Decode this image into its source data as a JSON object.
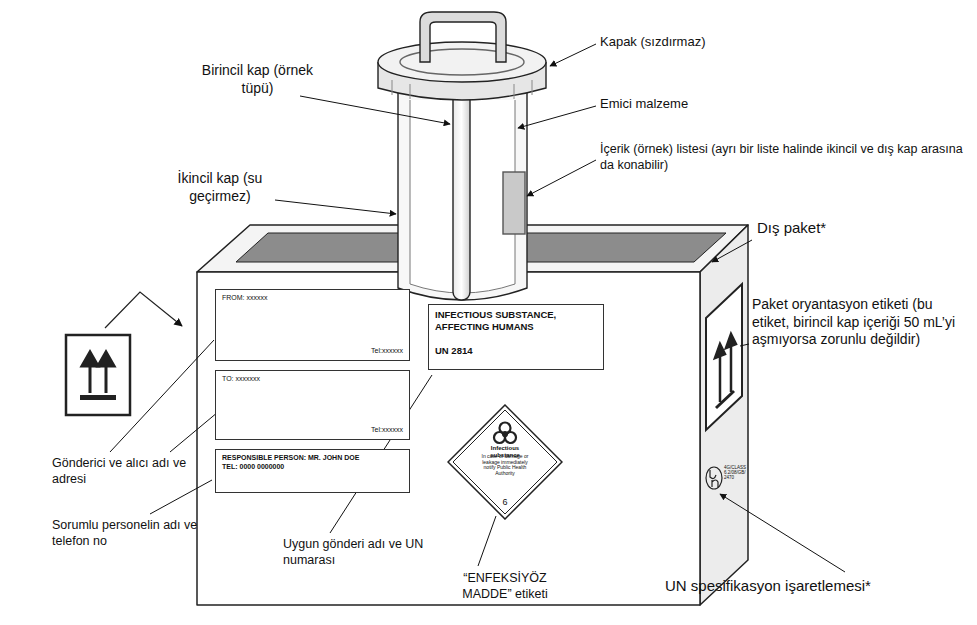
{
  "diagram": {
    "nodes": [
      {
        "text": [
          "FROM: xxxxxx",
          "Tel:xxxxxx"
        ]
      },
      {
        "text": [
          "TO: xxxxxxx",
          "Tel:xxxxxx"
        ]
      },
      {
        "text": [
          "RESPONSIBLE PERSON: MR. JOHN DOE",
          "TEL: 0000 0000000"
        ]
      },
      {
        "text": [
          "INFECTIOUS SUBSTANCE, AFFECTING HUMANS",
          "UN 2814"
        ]
      },
      {
        "text": [
          "Infectious substance",
          "In case of damage or leakage immediately notify Public Health Authority",
          "6"
        ]
      }
    ],
    "labels": [
      "Kapak (sızdırmaz)",
      "Birincil kap (örnek tüpü)",
      "Emici malzeme",
      "İçerik (örnek) listesi (ayrı bir liste halinde ikincil ve dış kap arasına da konabilir)",
      "İkincil kap (su geçirmez)",
      "Dış paket*",
      "Paket oryantasyon etiketi (bu etiket, birincil kap içeriği 50 mL’yi aşmıyorsa zorunlu değildir)",
      "Gönderici ve alıcı adı ve adresi",
      "Sorumlu personelin adı ve telefon no",
      "Uygun gönderi adı ve UN numarası",
      "“ENFEKSİYÖZ MADDE” etiketi",
      "UN spesifikasyon işaretlemesi*",
      "4G/CLASS 6.2/08/GB/2470"
    ]
  }
}
